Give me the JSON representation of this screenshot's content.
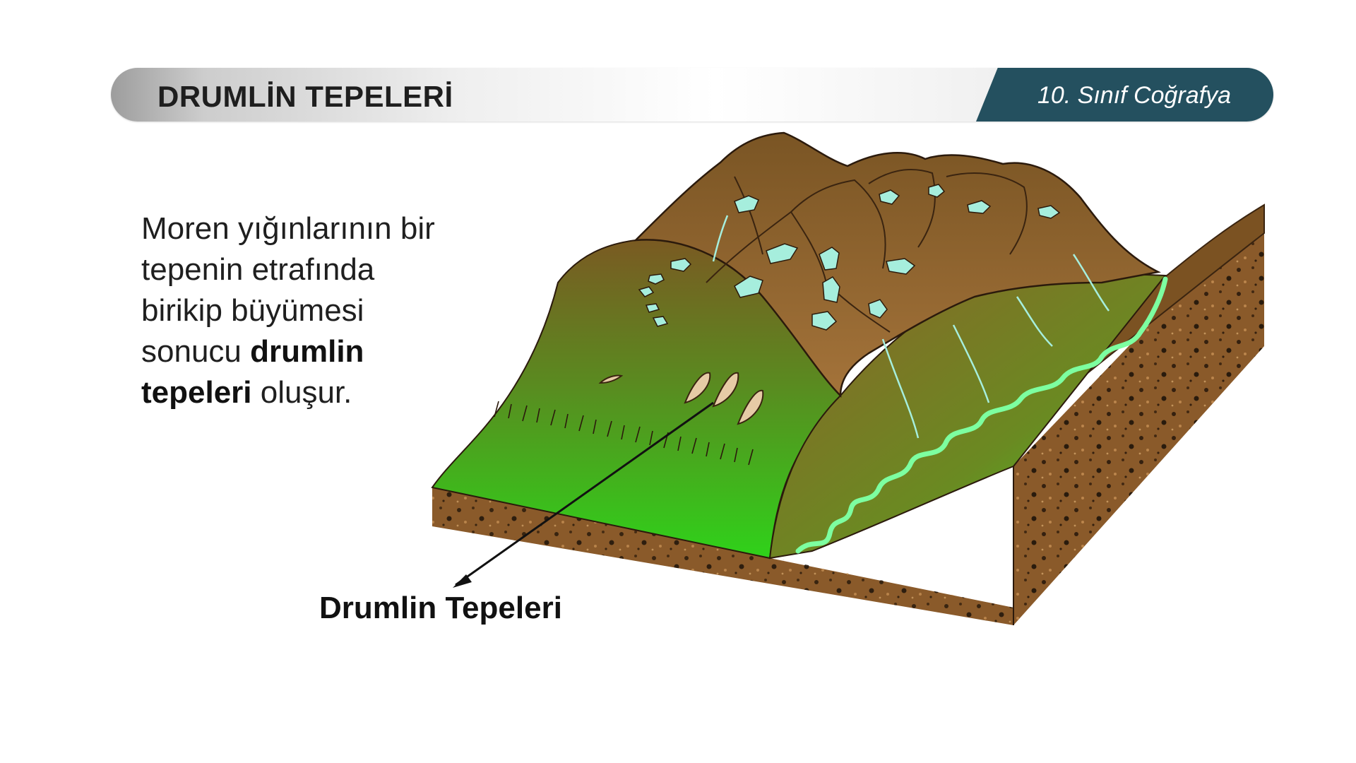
{
  "header": {
    "title": "DRUMLİN TEPELERİ",
    "subject": "10. Sınıf Coğrafya"
  },
  "description": {
    "line1": "Moren yığınlarının bir",
    "line2": "tepenin etrafında",
    "line3": "birikip büyümesi",
    "line4_a": "sonucu ",
    "line4_b": "drumlin",
    "line5_a": "tepeleri",
    "line5_b": " oluşur."
  },
  "diagram": {
    "callout_label": "Drumlin Tepeleri",
    "colors": {
      "soil": "#8a5a2a",
      "slope": "#9a6830",
      "grass": "#36c21e",
      "ice": "#a6eedd",
      "river": "#7dffa0"
    }
  }
}
